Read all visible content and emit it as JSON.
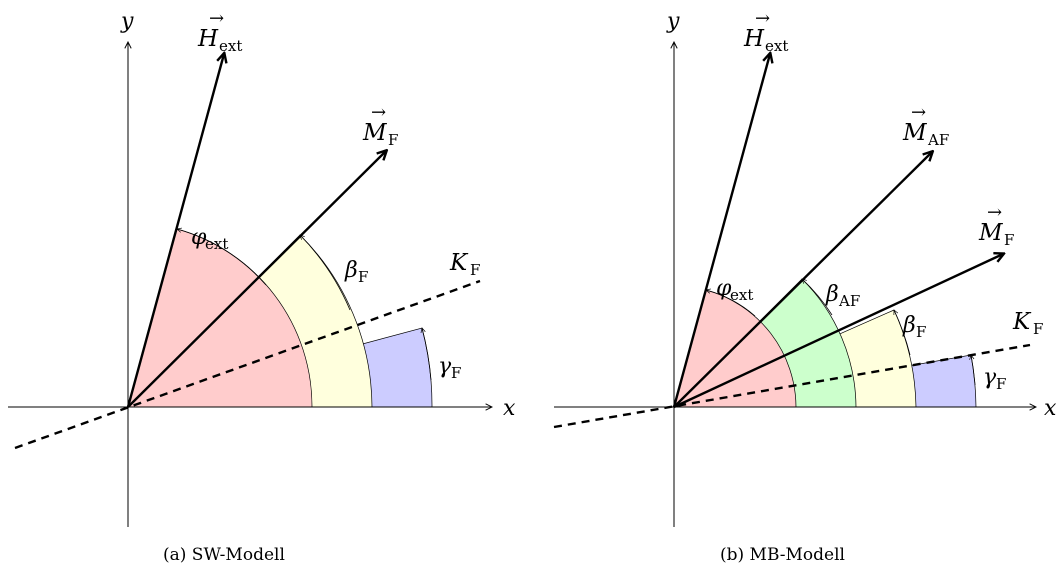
{
  "colors": {
    "red_sector": "#ffcccc",
    "yellow_sector": "#ffffdd",
    "green_sector": "#ccffcc",
    "blue_sector": "#ccccff",
    "line": "#000000"
  },
  "panels": [
    {
      "caption": "(a) SW-Modell",
      "axis_x": "x",
      "axis_y": "y",
      "vectors": [
        {
          "base": "H",
          "sub": "ext"
        },
        {
          "base": "M",
          "sub": "F"
        }
      ],
      "easy_axis": {
        "base": "K",
        "sub": "F"
      },
      "angles": [
        {
          "base": "φ",
          "sub": "ext"
        },
        {
          "base": "β",
          "sub": "F"
        },
        {
          "base": "γ",
          "sub": "F"
        }
      ]
    },
    {
      "caption": "(b) MB-Modell",
      "axis_x": "x",
      "axis_y": "y",
      "vectors": [
        {
          "base": "H",
          "sub": "ext"
        },
        {
          "base": "M",
          "sub": "AF"
        },
        {
          "base": "M",
          "sub": "F"
        }
      ],
      "easy_axis": {
        "base": "K",
        "sub": "F"
      },
      "angles": [
        {
          "base": "φ",
          "sub": "ext"
        },
        {
          "base": "β",
          "sub": "AF"
        },
        {
          "base": "β",
          "sub": "F"
        },
        {
          "base": "γ",
          "sub": "F"
        }
      ]
    }
  ]
}
